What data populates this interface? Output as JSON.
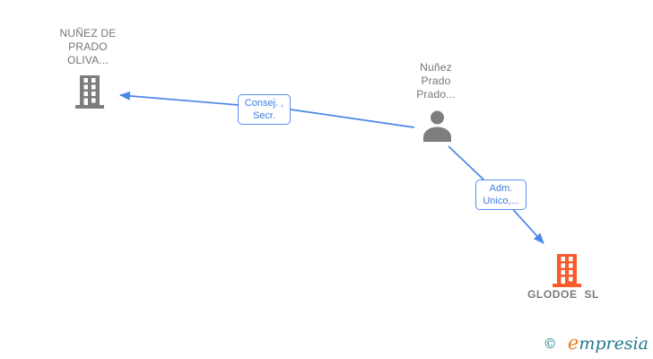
{
  "colors": {
    "edge_blue": "#4a86e8",
    "edge_label_blue": "#3e7be0",
    "node_gray": "#7d7d7d",
    "text_gray": "#757575",
    "company_orange": "#f95b2d",
    "footer_teal": "#1f7a8c",
    "footer_orange": "#ef7d1a"
  },
  "nodes": {
    "company_top_left": {
      "lines": [
        "NUÑEZ DE",
        "PRADO",
        "OLIVA..."
      ],
      "icon": "building-icon",
      "icon_color": "#7d7d7d"
    },
    "person_center": {
      "lines": [
        "Nuñez",
        "Prado",
        "Prado..."
      ],
      "icon": "person-icon",
      "icon_color": "#7d7d7d"
    },
    "company_bottom_right": {
      "label": "GLODOE  SL",
      "icon": "building-icon",
      "icon_color": "#f95b2d"
    }
  },
  "edges": {
    "consej": {
      "lines": [
        "Consej. ,",
        "Secr."
      ],
      "from": "person_center",
      "to": "company_top_left"
    },
    "adm": {
      "lines": [
        "Adm.",
        "Unico,..."
      ],
      "from": "person_center",
      "to": "company_bottom_right"
    }
  },
  "footer": {
    "copyright_symbol": "©",
    "brand_initial": "e",
    "brand_rest": "mpresia"
  }
}
